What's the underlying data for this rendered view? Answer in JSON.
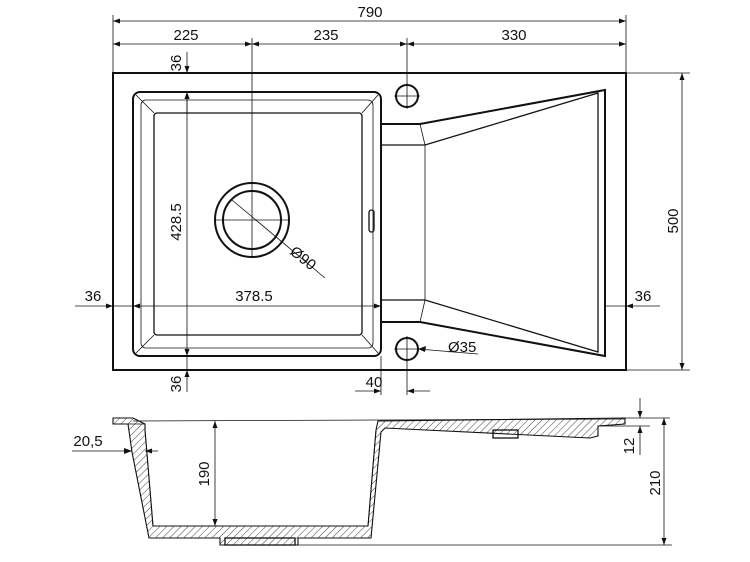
{
  "drawing": {
    "top_view": {
      "overall_width": "790",
      "bowl_edge_offset": "225",
      "drain_to_tap_hole": "235",
      "drainer_width": "330",
      "overall_depth": "500",
      "rim_top": "36",
      "rim_bottom": "36",
      "rim_left": "36",
      "rim_right": "36",
      "bowl_length": "428.5",
      "bowl_width": "378.5",
      "drain_diameter": "Ø90",
      "tap_hole_diameter": "Ø35",
      "tap_hole_offset": "40"
    },
    "section_view": {
      "wall_thickness": "20,5",
      "bowl_depth": "190",
      "drainer_depth": "12",
      "total_height": "210"
    }
  }
}
